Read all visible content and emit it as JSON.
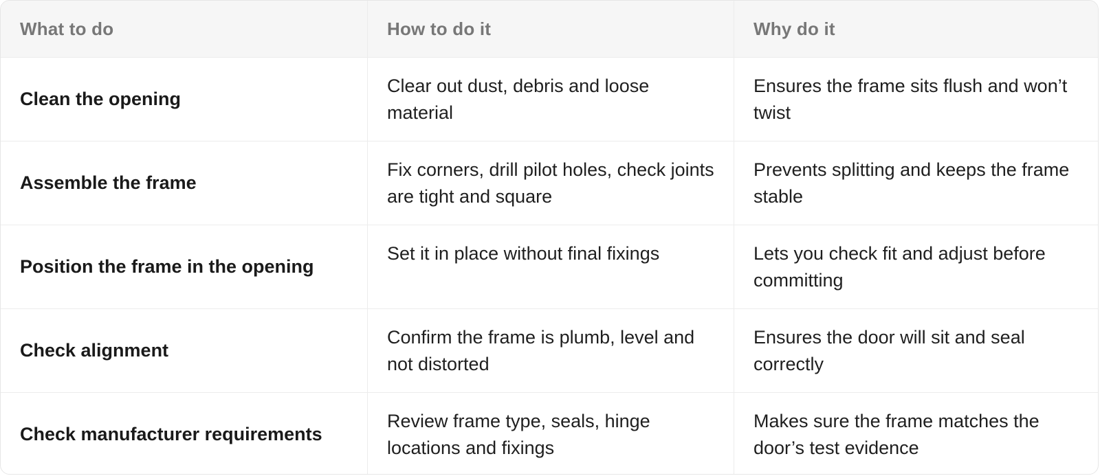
{
  "table": {
    "headers": [
      "What to do",
      "How to do it",
      "Why do it"
    ],
    "rows": [
      {
        "what": "Clean the opening",
        "how": "Clear out dust, debris and loose material",
        "why": "Ensures the frame sits flush and won’t twist"
      },
      {
        "what": "Assemble the frame",
        "how": "Fix corners, drill pilot holes, check joints are tight and square",
        "why": "Prevents splitting and keeps the frame stable"
      },
      {
        "what": "Position the frame in the opening",
        "how": "Set it in place without final fixings",
        "why": "Lets you check fit and adjust before committing"
      },
      {
        "what": "Check alignment",
        "how": "Confirm the frame is plumb, level and not distorted",
        "why": "Ensures the door will sit and seal correctly"
      },
      {
        "what": "Check manufacturer requirements",
        "how": "Review frame type, seals, hinge locations and fixings",
        "why": "Makes sure the frame matches the door’s test evidence"
      }
    ]
  }
}
